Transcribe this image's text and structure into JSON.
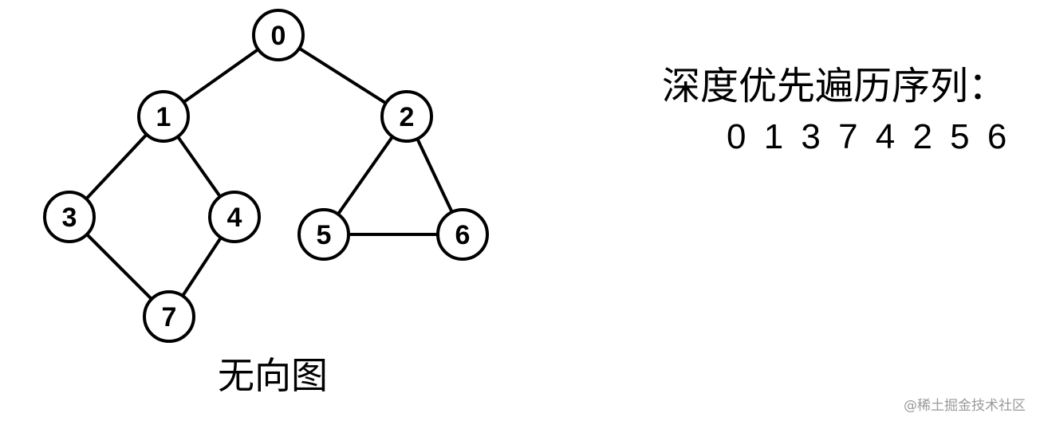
{
  "diagram": {
    "caption": "无向图",
    "nodes": [
      {
        "id": "0",
        "label": "0"
      },
      {
        "id": "1",
        "label": "1"
      },
      {
        "id": "2",
        "label": "2"
      },
      {
        "id": "3",
        "label": "3"
      },
      {
        "id": "4",
        "label": "4"
      },
      {
        "id": "5",
        "label": "5"
      },
      {
        "id": "6",
        "label": "6"
      },
      {
        "id": "7",
        "label": "7"
      }
    ],
    "edges": [
      [
        "0",
        "1"
      ],
      [
        "0",
        "2"
      ],
      [
        "1",
        "3"
      ],
      [
        "1",
        "4"
      ],
      [
        "3",
        "7"
      ],
      [
        "4",
        "7"
      ],
      [
        "2",
        "5"
      ],
      [
        "2",
        "6"
      ],
      [
        "5",
        "6"
      ]
    ]
  },
  "dfs": {
    "title": "深度优先遍历序列：",
    "sequence": "0 1 3 7 4 2 5 6"
  },
  "watermark": "@稀土掘金技术社区",
  "colors": {
    "stroke": "#000000",
    "background": "#ffffff",
    "watermark": "#9a9a9a"
  }
}
